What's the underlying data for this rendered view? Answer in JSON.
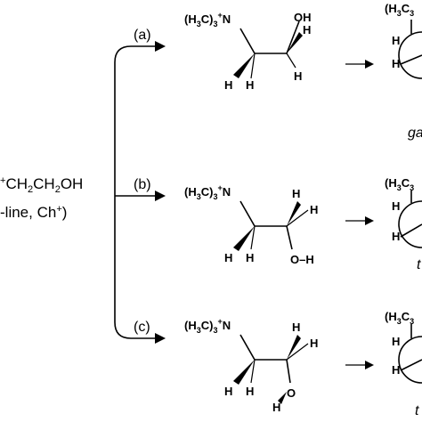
{
  "left": {
    "formula_parts": [
      "+",
      "CH",
      "2",
      "CH",
      "2",
      "OH"
    ],
    "name_line": "-line, Ch",
    "name_sup": "+",
    "name_close": ")"
  },
  "branches": [
    {
      "label": "(a)",
      "conformer_label": "ga"
    },
    {
      "label": "(b)",
      "conformer_label": "t"
    },
    {
      "label": "(c)",
      "conformer_label": "t"
    }
  ],
  "atoms": {
    "trimethyl_open": "(H",
    "trimethyl_sub": "3",
    "trimethyl_close": "C)",
    "trimethyl_sub2": "3",
    "trimethyl_plus": "+",
    "trimethyl_N": "N",
    "H": "H",
    "OH": "OH",
    "O": "O",
    "OH_bond": "–H",
    "newman_head": "(H",
    "newman_head_sub": "3",
    "newman_head_c": "C",
    "newman_head_sub2": "3"
  }
}
